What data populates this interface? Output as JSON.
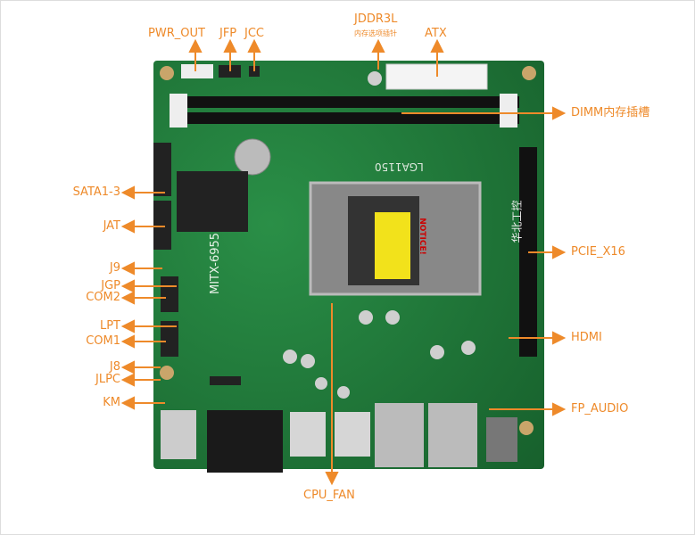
{
  "colors": {
    "accent": "#ee8a2a",
    "board": "#1f7a3a"
  },
  "labels": {
    "top": [
      "PWR_OUT",
      "JFP",
      "JCC",
      "JDDR3L",
      "ATX"
    ],
    "jddr3l_sub": "内存选项插针",
    "right": [
      "DIMM内存插槽",
      "PCIE_X16",
      "HDMI",
      "FP_AUDIO"
    ],
    "left": [
      "SATA1-3",
      "JAT",
      "J9",
      "JGP",
      "COM2",
      "LPT",
      "COM1",
      "J8",
      "JLPC",
      "KM"
    ],
    "bottom": "CPU_FAN"
  },
  "board": {
    "model": "MITX-6955",
    "socket": "LGA1150",
    "notice": "NOTICE!",
    "logo": "华北工控"
  }
}
